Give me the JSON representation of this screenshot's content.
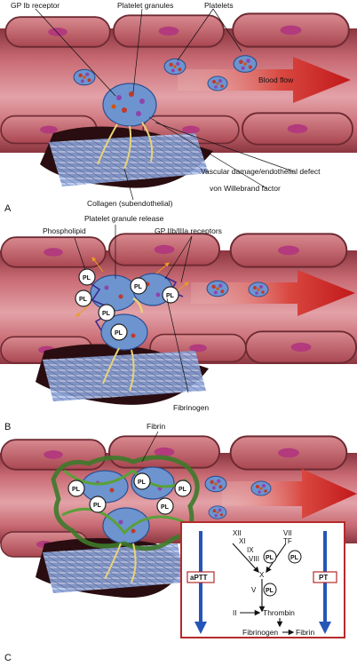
{
  "panels": {
    "a": {
      "letter": "A",
      "labels": {
        "gp_ib_receptor": "GP Ib receptor",
        "platelet_granules": "Platelet granules",
        "platelets": "Platelets",
        "blood_flow": "Blood flow",
        "vascular_damage": "Vascular damage/endothelial defect",
        "von_willebrand": "von Willebrand factor",
        "collagen": "Collagen (subendothelial)"
      }
    },
    "b": {
      "letter": "B",
      "labels": {
        "platelet_granule_release": "Platelet granule release",
        "phospholipid": "Phospholipid",
        "gp_iib_iiia": "GP IIb/IIIa receptors",
        "fibrinogen": "Fibrinogen"
      }
    },
    "c": {
      "letter": "C",
      "labels": {
        "fibrin": "Fibrin"
      }
    }
  },
  "pl_label": "PL",
  "cascade": {
    "aptt": "aPTT",
    "pt": "PT",
    "xii": "XII",
    "xi": "XI",
    "ix": "IX",
    "viii": "VIII",
    "vii": "VII",
    "tf": "TF",
    "x": "X",
    "v": "V",
    "ii": "II",
    "thrombin": "Thrombin",
    "fibrinogen": "Fibrinogen",
    "fibrin": "Fibrin"
  },
  "colors": {
    "vessel": "#c9636d",
    "vessel_dark": "#7d2a33",
    "arrow": "#c62a2a",
    "blue_arrow": "#2456b8",
    "box_border": "#b52a2a",
    "platelet": "#5d86c4"
  }
}
